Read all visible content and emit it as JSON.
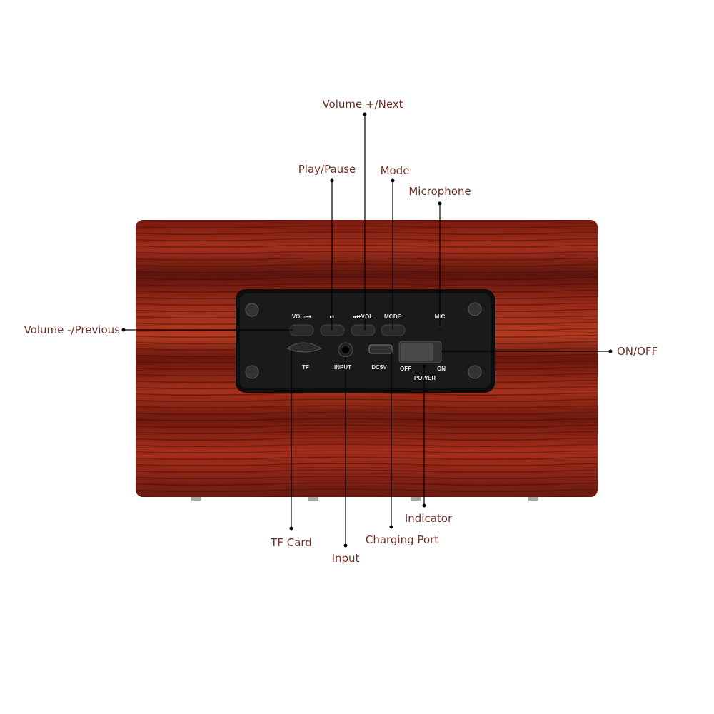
{
  "callouts": {
    "volume_next": "Volume +/Next",
    "play_pause": "Play/Pause",
    "mode": "Mode",
    "microphone": "Microphone",
    "volume_previous": "Volume -/Previous",
    "on_off": "ON/OFF",
    "tf_card": "TF Card",
    "input": "Input",
    "charging_port": "Charging Port",
    "indicator": "Indicator"
  },
  "panel": {
    "vol_minus": "VOL-⏮",
    "play": "⏯",
    "vol_plus": "⏭+VOL",
    "mode": "MODE",
    "mic": "MIC",
    "tf": "TF",
    "input": "INPUT",
    "dc5v": "DC5V",
    "off": "OFF",
    "on": "ON",
    "power": "POWER"
  },
  "colors": {
    "wood": "#8e1f12",
    "label": "#6e2f27",
    "panel": "#141414"
  }
}
